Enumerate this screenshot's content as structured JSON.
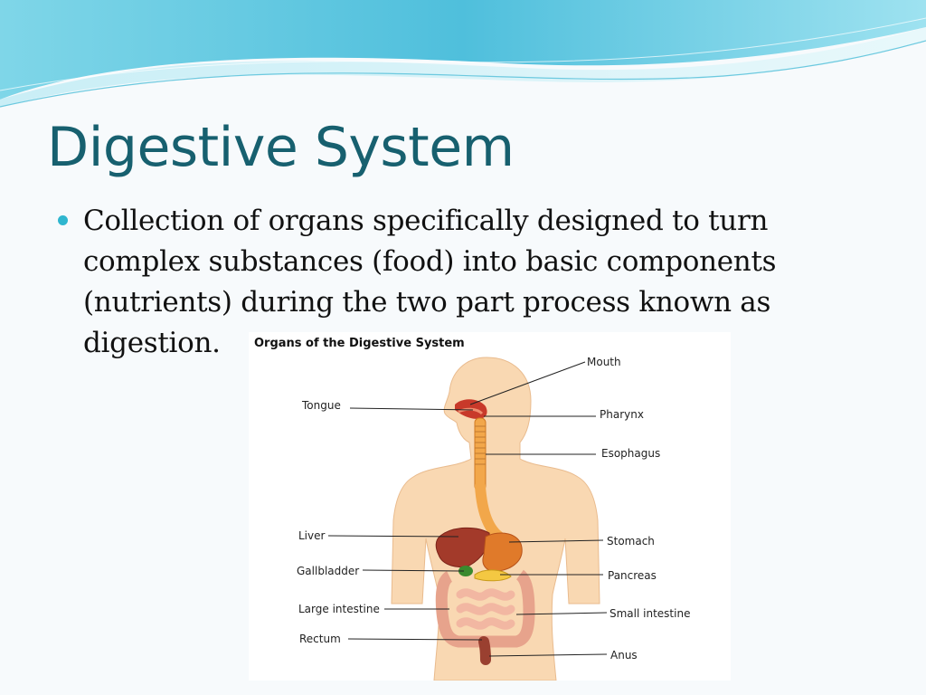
{
  "slide": {
    "title": "Digestive System",
    "bullet": "Collection of organs specifically designed to turn complex substances (food) into basic components (nutrients) during the two part process known as digestion."
  },
  "theme": {
    "title_color": "#17606f",
    "bullet_color": "#2fb6cf",
    "wave_color": "#5bc6de"
  },
  "diagram": {
    "title": "Organs of the Digestive System",
    "labels": {
      "mouth": "Mouth",
      "tongue": "Tongue",
      "pharynx": "Pharynx",
      "esophagus": "Esophagus",
      "liver": "Liver",
      "stomach": "Stomach",
      "gallbladder": "Gallbladder",
      "pancreas": "Pancreas",
      "large_intestine": "Large intestine",
      "small_intestine": "Small intestine",
      "rectum": "Rectum",
      "anus": "Anus"
    }
  }
}
